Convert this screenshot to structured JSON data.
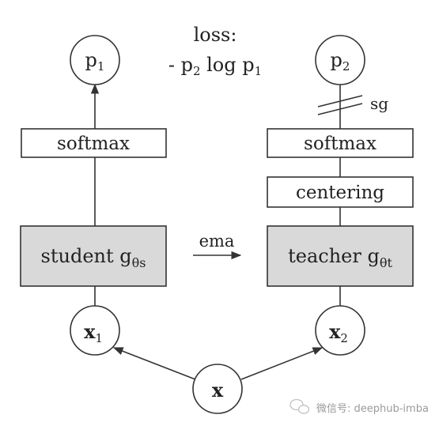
{
  "loss": {
    "line1": "loss:",
    "line2": "- p",
    "line2_sub1": "2",
    "line2_mid": " log p",
    "line2_sub2": "1"
  },
  "student": {
    "output_main": "p",
    "output_sub": "1",
    "softmax_label": "softmax",
    "network_label": "student g",
    "network_sub": "θs",
    "input_main": "x",
    "input_sub": "1"
  },
  "teacher": {
    "output_main": "p",
    "output_sub": "2",
    "stop_grad_label": "sg",
    "softmax_label": "softmax",
    "centering_label": "centering",
    "network_label": "teacher g",
    "network_sub": "θt",
    "input_main": "x",
    "input_sub": "2"
  },
  "ema_label": "ema",
  "source_input": "x",
  "watermark": {
    "text": "微信号: deephub-imba",
    "icon": "wechat-icon"
  },
  "colors": {
    "stroke": "#333333",
    "network_fill": "#d9d9d9",
    "background": "#ffffff",
    "watermark": "#9a9a9a"
  }
}
